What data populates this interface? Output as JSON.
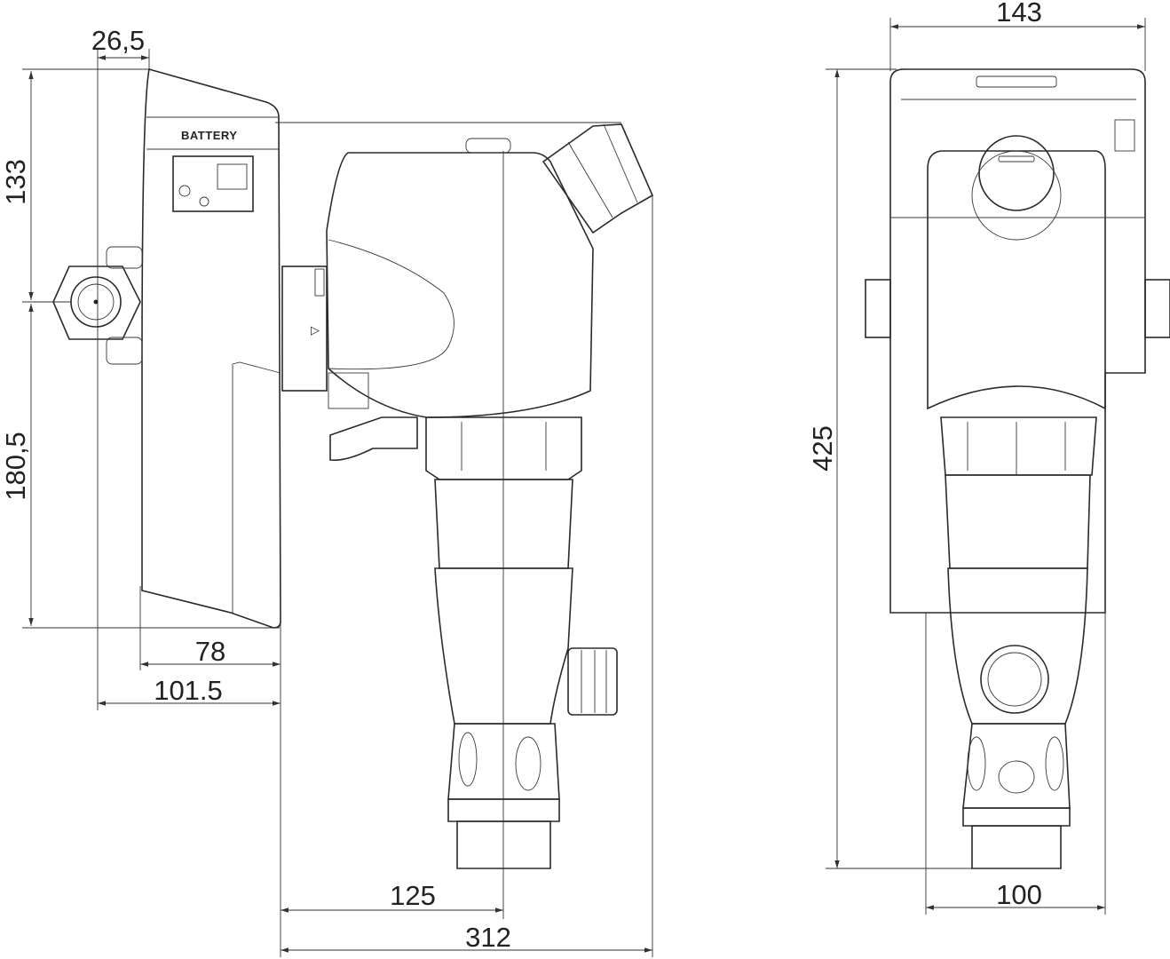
{
  "side_view": {
    "label_battery": "BATTERY",
    "dims": {
      "offset_top": "26,5",
      "height_upper": "133",
      "height_lower": "180,5",
      "depth_body": "78",
      "depth_total": "101.5",
      "center_distance": "125",
      "total_width": "312"
    }
  },
  "front_view": {
    "dims": {
      "width": "143",
      "height": "425",
      "bottom_width": "100"
    }
  },
  "colors": {
    "line": "#2a2a2a",
    "background": "#ffffff"
  }
}
